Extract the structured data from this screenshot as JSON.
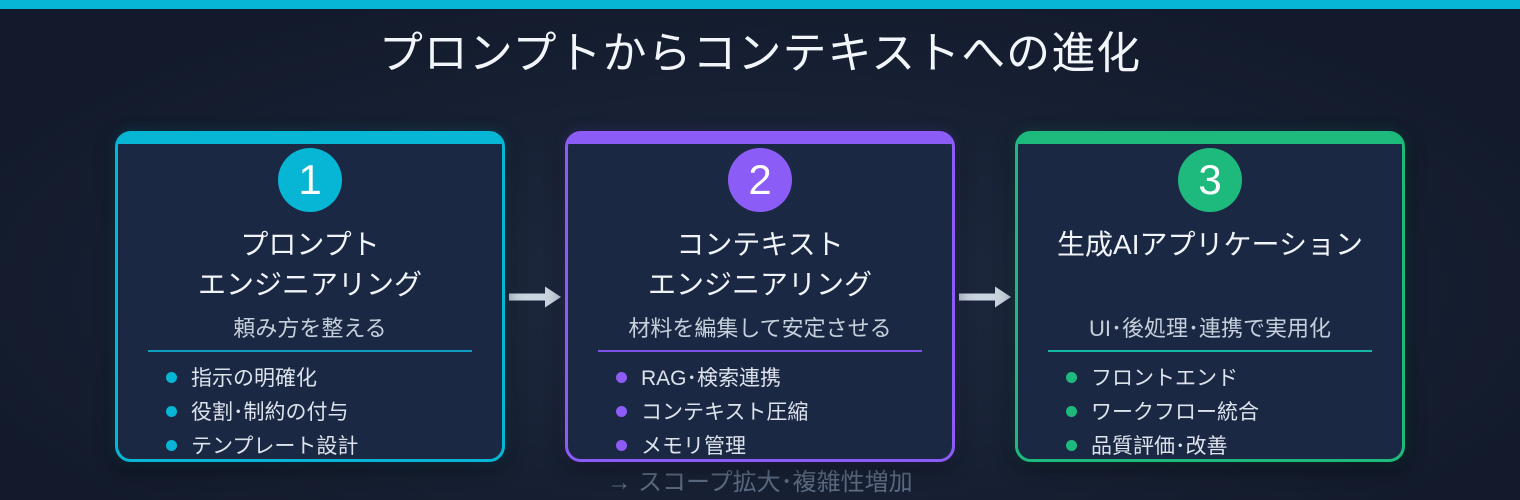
{
  "header": {
    "title": "プロンプトからコンテキストへの進化"
  },
  "colors": {
    "top_bar": "#06b6d4",
    "background_center": "#1f2a40",
    "background_edge": "#121a2b",
    "card_background": "#1b2843",
    "arrow": "#cbd5e1",
    "title_text": "#f2f6fa",
    "caption_text": "#5c6a82"
  },
  "cards": [
    {
      "number": "1",
      "accent": "#06b6d4",
      "divider_color": "#0e9fc0",
      "title_line1": "プロンプト",
      "title_line2": "エンジニアリング",
      "subtitle": "頼み方を整える",
      "bullets": [
        "指示の明確化",
        "役割･制約の付与",
        "テンプレート設計"
      ]
    },
    {
      "number": "2",
      "accent": "#8b5cf6",
      "divider_color": "#7c52e8",
      "title_line1": "コンテキスト",
      "title_line2": "エンジニアリング",
      "subtitle": "材料を編集して安定させる",
      "bullets": [
        "RAG･検索連携",
        "コンテキスト圧縮",
        "メモリ管理"
      ]
    },
    {
      "number": "3",
      "accent": "#1eba7d",
      "divider_color": "#14b8a6",
      "title_line1": "生成AIアプリケーション",
      "title_line2": "",
      "subtitle": "UI･後処理･連携で実用化",
      "bullets": [
        "フロントエンド",
        "ワークフロー統合",
        "品質評価･改善"
      ]
    }
  ],
  "footer": {
    "caption": "→ スコープ拡大･複雑性増加"
  }
}
